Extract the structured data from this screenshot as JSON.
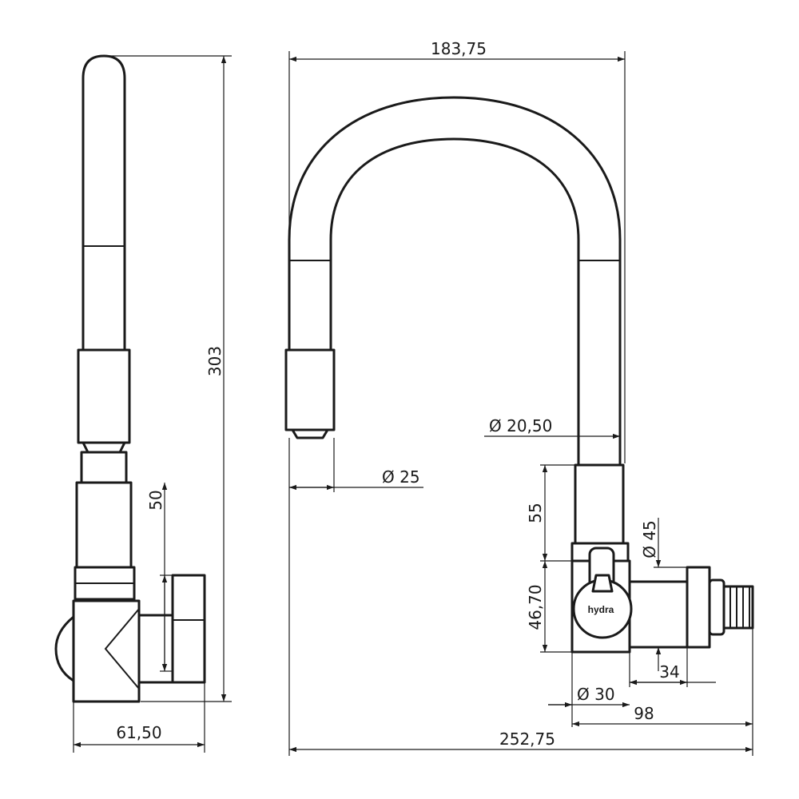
{
  "dimensions": {
    "spout_width": "183,75",
    "overall_height": "303",
    "base_segment": "50",
    "side_depth": "61,50",
    "hose_diameter": "Ø 20,50",
    "nozzle_diameter": "Ø 25",
    "body_height": "55",
    "flange_diameter": "Ø 45",
    "body_length": "46,70",
    "thread_length": "34",
    "handle_diameter": "Ø 30",
    "projection": "98",
    "overall_width": "252,75"
  },
  "brand": {
    "logo_text": "hydra"
  },
  "colors": {
    "line": "#1a1a1a",
    "background": "#ffffff"
  }
}
